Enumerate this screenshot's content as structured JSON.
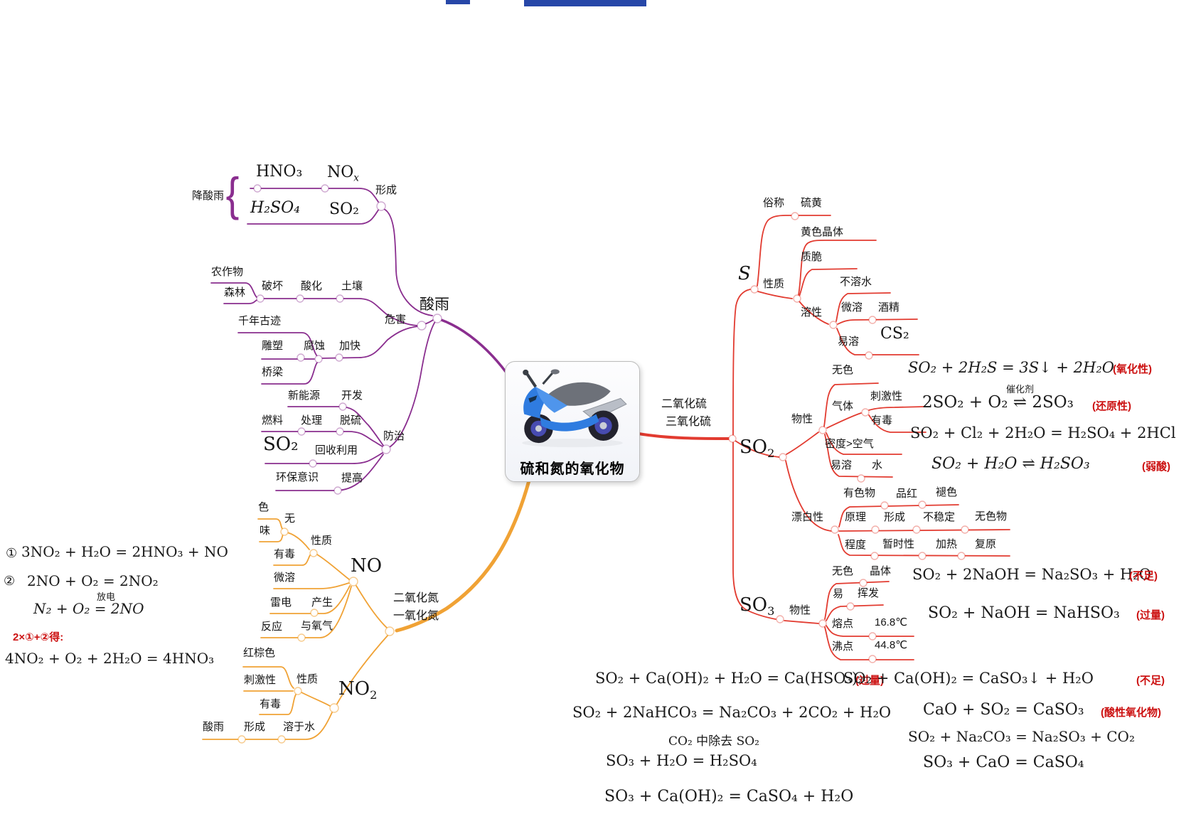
{
  "colors": {
    "purple": "#8a2e8f",
    "orange": "#f0a235",
    "red": "#e23b30",
    "note": "#cc1111"
  },
  "center": {
    "title": "硫和氮的氧化物"
  },
  "acid_rain": {
    "node": "酸雨",
    "formation": {
      "node": "形成",
      "label": "降酸雨",
      "brace": "{",
      "hno3": "HNO₃",
      "nox_base": "NO",
      "nox_sub": "x",
      "h2so4": "H₂SO₄",
      "so2": "SO₂"
    },
    "harm": {
      "node": "危害",
      "crops": "农作物",
      "forest": "森林",
      "destroy": "破坏",
      "acidify": "酸化",
      "soil": "土壤",
      "relics": "千年古迹",
      "sculpture": "雕塑",
      "corrode": "腐蚀",
      "speed_up": "加快",
      "bridge": "桥梁"
    },
    "prevention": {
      "node": "防治",
      "new_energy": "新能源",
      "develop": "开发",
      "fuel": "燃料",
      "process": "处理",
      "desulfurize": "脱硫",
      "so2": "SO₂",
      "recycle": "回收利用",
      "awareness": "环保意识",
      "improve": "提高"
    }
  },
  "nitrogen": {
    "node_line1": "二氧化氮",
    "node_line2": "一氧化氮",
    "no": {
      "label": "NO",
      "property": "性质",
      "color": "色",
      "smell": "味",
      "none": "无",
      "toxic": "有毒",
      "slightly_soluble": "微溶",
      "lightning": "雷电",
      "produce": "产生",
      "reaction": "反应",
      "with_oxygen": "与氧气"
    },
    "no2": {
      "label_base": "NO",
      "label_sub": "2",
      "property": "性质",
      "red_brown": "红棕色",
      "irritating": "刺激性",
      "toxic": "有毒",
      "acid_rain": "酸雨",
      "form": "形成",
      "soluble": "溶于水"
    },
    "equations": {
      "tag1": "①",
      "eq1": "3NO₂ + H₂O = 2HNO₃ + NO",
      "tag2": "②",
      "eq2": "2NO + O₂ = 2NO₂",
      "eq3": "N₂ + O₂ = 2NO",
      "eq3_condition": "放电",
      "derivation": "2×①+②得:",
      "eq4": "4NO₂ + O₂ + 2H₂O = 4HNO₃"
    }
  },
  "sulfur": {
    "node_line1": "二氧化硫",
    "node_line2": "三氧化硫",
    "s": {
      "label": "S",
      "alias": "俗称",
      "sulfur_yellow": "硫黄",
      "property": "性质",
      "yellow_crystal": "黄色晶体",
      "brittle": "质脆",
      "solubility": "溶性",
      "insoluble_in_water": "不溶水",
      "slightly_soluble": "微溶",
      "alcohol": "酒精",
      "easily_soluble": "易溶",
      "cs2": "CS₂"
    },
    "so2": {
      "label_base": "SO",
      "label_sub": "2",
      "physical": "物性",
      "colorless": "无色",
      "gas": "气体",
      "irritating": "刺激性",
      "toxic": "有毒",
      "density": "密度>空气",
      "easily_soluble": "易溶",
      "water": "水",
      "bleaching": {
        "node": "漂白性",
        "colored_matter": "有色物",
        "magenta": "品红",
        "fade": "褪色",
        "principle": "原理",
        "form": "形成",
        "unstable": "不稳定",
        "colorless_matter": "无色物",
        "degree": "程度",
        "temporary": "暂时性",
        "heat": "加热",
        "restore": "复原"
      }
    },
    "so3": {
      "label_base": "SO",
      "label_sub": "3",
      "physical": "物性",
      "colorless": "无色",
      "crystal": "晶体",
      "easily": "易",
      "volatile": "挥发",
      "melting_point": "熔点",
      "melting_value": "16.8℃",
      "boiling_point": "沸点",
      "boiling_value": "44.8℃"
    },
    "equations": {
      "eq_h2s": "SO₂ + 2H₂S = 3S↓ + 2H₂O",
      "note_h2s": "(氧化性)",
      "eq_o2": "2SO₂ + O₂ ⇌ 2SO₃",
      "cond_o2": "催化剂",
      "note_o2": "(还原性)",
      "eq_cl2": "SO₂ + Cl₂ + 2H₂O = H₂SO₄ + 2HCl",
      "eq_h2o": "SO₂ + H₂O ⇌ H₂SO₃",
      "note_h2o": "(弱酸)",
      "eq_2naoh": "SO₂ + 2NaOH = Na₂SO₃ + H₂O",
      "note_2naoh": "(不足)",
      "eq_naoh": "SO₂ + NaOH = NaHSO₃",
      "note_naoh": "(过量)",
      "eq_caoh2_excess": "SO₂ + Ca(OH)₂ + H₂O = Ca(HSO₃)₂",
      "note_caoh2_excess": "(过量)",
      "eq_caoh2_short": "SO₂ + Ca(OH)₂ = CaSO₃↓ + H₂O",
      "note_caoh2_short": "(不足)",
      "eq_nahco3": "SO₂ + 2NaHCO₃ = Na₂CO₃ + 2CO₂ + H₂O",
      "note_nahco3": "CO₂ 中除去 SO₂",
      "eq_cao": "CaO + SO₂ = CaSO₃",
      "note_cao": "(酸性氧化物)",
      "eq_na2co3": "SO₂ + Na₂CO₃ = Na₂SO₃ + CO₂",
      "eq_so3_h2o": "SO₃ + H₂O = H₂SO₄",
      "eq_so3_cao": "SO₃ + CaO = CaSO₄",
      "eq_so3_caoh2": "SO₃ + Ca(OH)₂ = CaSO₄ + H₂O"
    }
  }
}
